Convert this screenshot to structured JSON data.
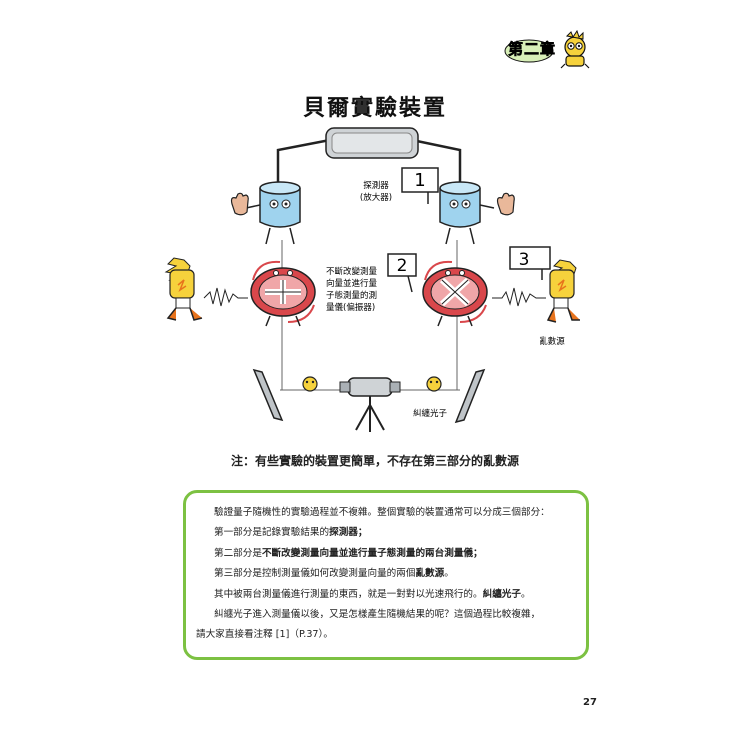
{
  "chapter": {
    "label": "第二章"
  },
  "title": "貝爾實驗裝置",
  "diagram": {
    "detector_label": [
      "探測器",
      "(放大器)"
    ],
    "analyzer_label": [
      "不斷改變測量",
      "向量並進行量",
      "子態測量的測",
      "量儀(偏振器)"
    ],
    "random_source_label": "亂數源",
    "entangled_photon_label": "糾纏光子",
    "signs": [
      "1",
      "2",
      "3"
    ],
    "polarizer_symbols": [
      "+",
      "×"
    ]
  },
  "note": "注：有些實驗的裝置更簡單，不存在第三部分的亂數源",
  "info": {
    "p1": "驗證量子隨機性的實驗過程並不複雜。整個實驗的裝置通常可以分成三個部分：",
    "p2_pre": "第一部分是記錄實驗結果的",
    "p2_bold": "探測器；",
    "p3_pre": "第二部分是",
    "p3_bold": "不斷改變測量向量並進行量子態測量的兩台測量儀；",
    "p4_pre": "第三部分是控制測量儀如何改變測量向量的兩個",
    "p4_bold": "亂數源",
    "p4_post": "。",
    "p5_pre": "其中被兩台測量儀進行測量的東西，就是一對對以光速飛行的。",
    "p5_bold": "糾纏光子",
    "p5_post": "。",
    "p6": "糾纏光子進入測量儀以後，又是怎樣產生隨機結果的呢？這個過程比較複雜，",
    "p7": "請大家直接看注釋 [1]（P.37）。"
  },
  "page_number": "27",
  "colors": {
    "accent_green": "#7cc142",
    "red": "#d9474b",
    "cylinder_blue": "#9fd3ee",
    "yellow": "#f6d23c",
    "orange": "#e8731c"
  }
}
